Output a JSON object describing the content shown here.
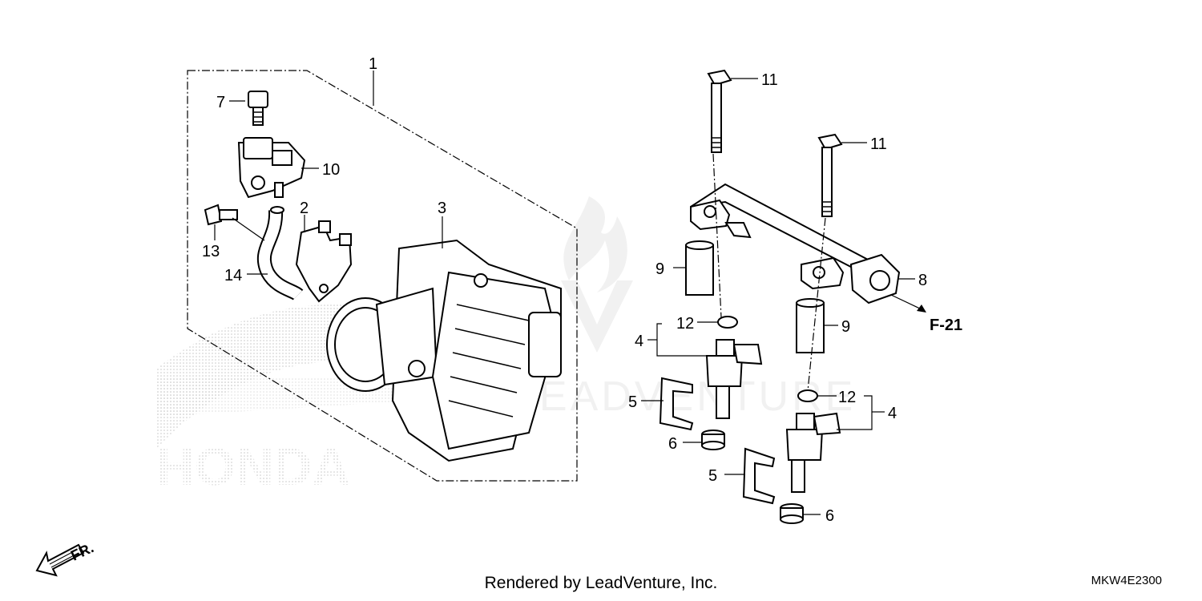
{
  "callouts": {
    "c1": "1",
    "c2": "2",
    "c3": "3",
    "c4a": "4",
    "c4b": "4",
    "c5a": "5",
    "c5b": "5",
    "c6a": "6",
    "c6b": "6",
    "c7": "7",
    "c8": "8",
    "c9a": "9",
    "c9b": "9",
    "c10": "10",
    "c11a": "11",
    "c11b": "11",
    "c12a": "12",
    "c12b": "12",
    "c13": "13",
    "c14": "14"
  },
  "reference": "F-21",
  "direction_label": "FR.",
  "watermark": {
    "brand": "HONDA",
    "text": "LEADVENTURE"
  },
  "footer": {
    "credit": "Rendered by LeadVenture, Inc.",
    "diagram_code": "MKW4E2300"
  },
  "colors": {
    "line": "#000000",
    "background": "#ffffff",
    "watermark": "#e6e6e6"
  }
}
